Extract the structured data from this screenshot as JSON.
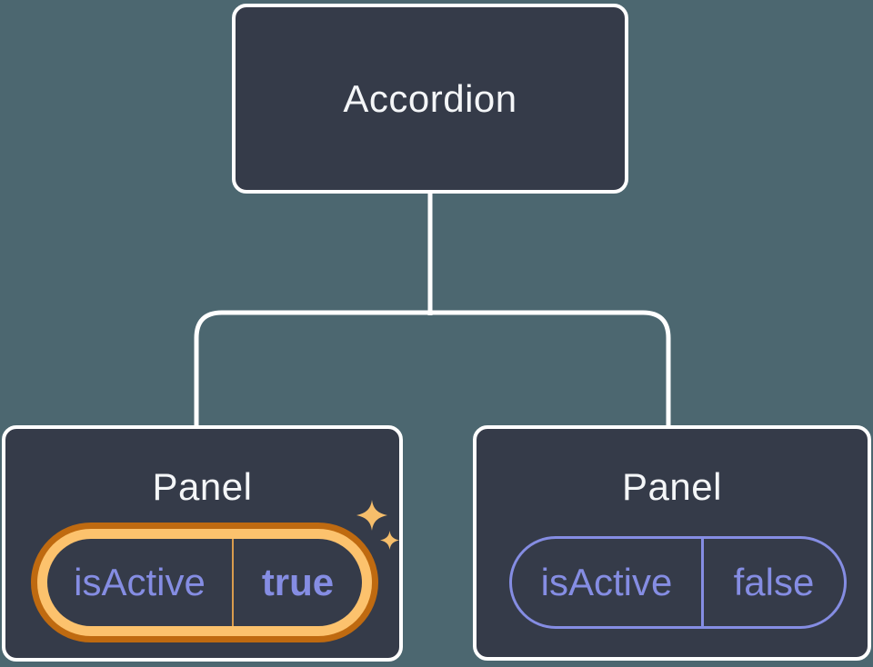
{
  "diagram": {
    "root": {
      "label": "Accordion"
    },
    "panels": [
      {
        "label": "Panel",
        "state": {
          "name": "isActive",
          "value": "true"
        },
        "highlighted": true,
        "has_sparkles": true
      },
      {
        "label": "Panel",
        "state": {
          "name": "isActive",
          "value": "false"
        },
        "highlighted": false,
        "has_sparkles": false
      }
    ]
  },
  "colors": {
    "background": "#4c6770",
    "node_fill": "#353b49",
    "node_border": "#ffffff",
    "title_text": "#f4f6f8",
    "state_text": "#858de3",
    "highlight_ring_outer": "#bf6a10",
    "highlight_ring_inner": "#fcc26d",
    "highlight_divider": "#d99c4e",
    "sparkle": "#f6be6b"
  }
}
